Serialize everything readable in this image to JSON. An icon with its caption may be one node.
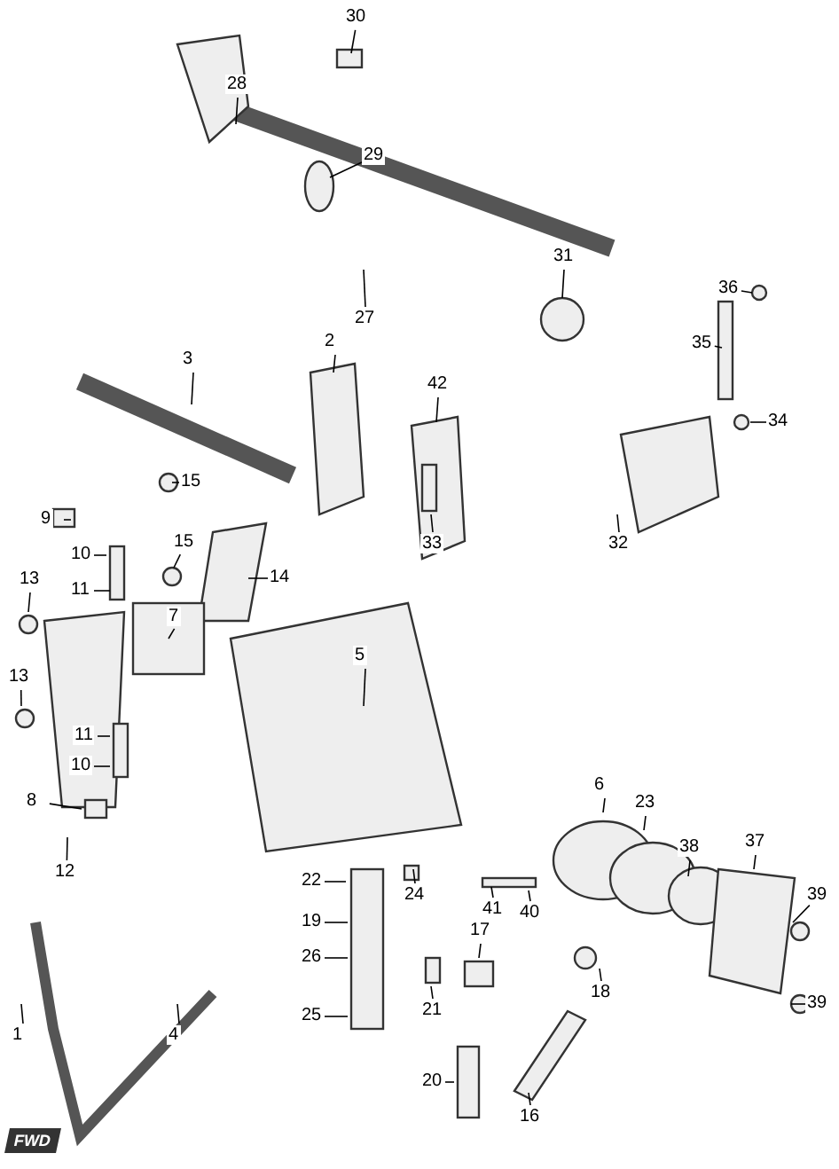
{
  "diagram": {
    "nodes": [
      {
        "text": [
          "30"
        ]
      },
      {
        "text": [
          "28"
        ]
      },
      {
        "text": [
          "29"
        ]
      },
      {
        "text": [
          "27"
        ]
      },
      {
        "text": [
          "31"
        ]
      },
      {
        "text": [
          "36"
        ]
      },
      {
        "text": [
          "35"
        ]
      },
      {
        "text": [
          "34"
        ]
      },
      {
        "text": [
          "3"
        ]
      },
      {
        "text": [
          "2"
        ]
      },
      {
        "text": [
          "42"
        ]
      },
      {
        "text": [
          "9"
        ]
      },
      {
        "text": [
          "15"
        ]
      },
      {
        "text": [
          "15"
        ]
      },
      {
        "text": [
          "10"
        ]
      },
      {
        "text": [
          "11"
        ]
      },
      {
        "text": [
          "14"
        ]
      },
      {
        "text": [
          "13"
        ]
      },
      {
        "text": [
          "7"
        ]
      },
      {
        "text": [
          "33"
        ]
      },
      {
        "text": [
          "32"
        ]
      },
      {
        "text": [
          "5"
        ]
      },
      {
        "text": [
          "13"
        ]
      },
      {
        "text": [
          "12"
        ]
      },
      {
        "text": [
          "11"
        ]
      },
      {
        "text": [
          "10"
        ]
      },
      {
        "text": [
          "8"
        ]
      },
      {
        "text": [
          "6"
        ]
      },
      {
        "text": [
          "23"
        ]
      },
      {
        "text": [
          "38"
        ]
      },
      {
        "text": [
          "37"
        ]
      },
      {
        "text": [
          "22"
        ]
      },
      {
        "text": [
          "24"
        ]
      },
      {
        "text": [
          "41"
        ]
      },
      {
        "text": [
          "40"
        ]
      },
      {
        "text": [
          "39"
        ]
      },
      {
        "text": [
          "19"
        ]
      },
      {
        "text": [
          "26"
        ]
      },
      {
        "text": [
          "17"
        ]
      },
      {
        "text": [
          "18"
        ]
      },
      {
        "text": [
          "25"
        ]
      },
      {
        "text": [
          "21"
        ]
      },
      {
        "text": [
          "39"
        ]
      },
      {
        "text": [
          "1"
        ]
      },
      {
        "text": [
          "4"
        ]
      },
      {
        "text": [
          "20"
        ]
      },
      {
        "text": [
          "16"
        ]
      }
    ],
    "edges": [
      {
        "from": 0,
        "to": null,
        "arrow": "none"
      },
      {
        "from": 1,
        "to": null,
        "arrow": "none"
      },
      {
        "from": 2,
        "to": null,
        "arrow": "none"
      },
      {
        "from": 3,
        "to": null,
        "arrow": "none"
      },
      {
        "from": 4,
        "to": null,
        "arrow": "none"
      },
      {
        "from": 5,
        "to": null,
        "arrow": "none"
      },
      {
        "from": 6,
        "to": null,
        "arrow": "none"
      },
      {
        "from": 7,
        "to": null,
        "arrow": "none"
      },
      {
        "from": 8,
        "to": null,
        "arrow": "none"
      },
      {
        "from": 9,
        "to": null,
        "arrow": "none"
      },
      {
        "from": 10,
        "to": null,
        "arrow": "none"
      },
      {
        "from": 11,
        "to": null,
        "arrow": "none"
      },
      {
        "from": 12,
        "to": null,
        "arrow": "none"
      },
      {
        "from": 13,
        "to": null,
        "arrow": "none"
      },
      {
        "from": 14,
        "to": null,
        "arrow": "none"
      },
      {
        "from": 15,
        "to": null,
        "arrow": "none"
      },
      {
        "from": 16,
        "to": null,
        "arrow": "none"
      },
      {
        "from": 17,
        "to": null,
        "arrow": "none"
      },
      {
        "from": 18,
        "to": null,
        "arrow": "none"
      },
      {
        "from": 19,
        "to": null,
        "arrow": "none"
      },
      {
        "from": 20,
        "to": null,
        "arrow": "none"
      },
      {
        "from": 21,
        "to": null,
        "arrow": "none"
      },
      {
        "from": 22,
        "to": null,
        "arrow": "none"
      },
      {
        "from": 23,
        "to": null,
        "arrow": "none"
      },
      {
        "from": 24,
        "to": null,
        "arrow": "none"
      },
      {
        "from": 25,
        "to": null,
        "arrow": "none"
      },
      {
        "from": 26,
        "to": null,
        "arrow": "none"
      },
      {
        "from": 27,
        "to": null,
        "arrow": "none"
      },
      {
        "from": 28,
        "to": null,
        "arrow": "none"
      },
      {
        "from": 29,
        "to": null,
        "arrow": "none"
      },
      {
        "from": 30,
        "to": null,
        "arrow": "none"
      },
      {
        "from": 31,
        "to": null,
        "arrow": "none"
      },
      {
        "from": 32,
        "to": null,
        "arrow": "none"
      },
      {
        "from": 33,
        "to": null,
        "arrow": "none"
      },
      {
        "from": 34,
        "to": null,
        "arrow": "none"
      },
      {
        "from": 35,
        "to": null,
        "arrow": "none"
      },
      {
        "from": 36,
        "to": null,
        "arrow": "none"
      },
      {
        "from": 37,
        "to": null,
        "arrow": "none"
      },
      {
        "from": 38,
        "to": null,
        "arrow": "none"
      },
      {
        "from": 39,
        "to": null,
        "arrow": "none"
      },
      {
        "from": 40,
        "to": null,
        "arrow": "none"
      },
      {
        "from": 41,
        "to": null,
        "arrow": "none"
      },
      {
        "from": 42,
        "to": null,
        "arrow": "none"
      },
      {
        "from": 43,
        "to": null,
        "arrow": "none"
      },
      {
        "from": 44,
        "to": null,
        "arrow": "none"
      },
      {
        "from": 45,
        "to": null,
        "arrow": "none"
      },
      {
        "from": 46,
        "to": null,
        "arrow": "none"
      }
    ],
    "labels": [
      "FWD"
    ]
  }
}
